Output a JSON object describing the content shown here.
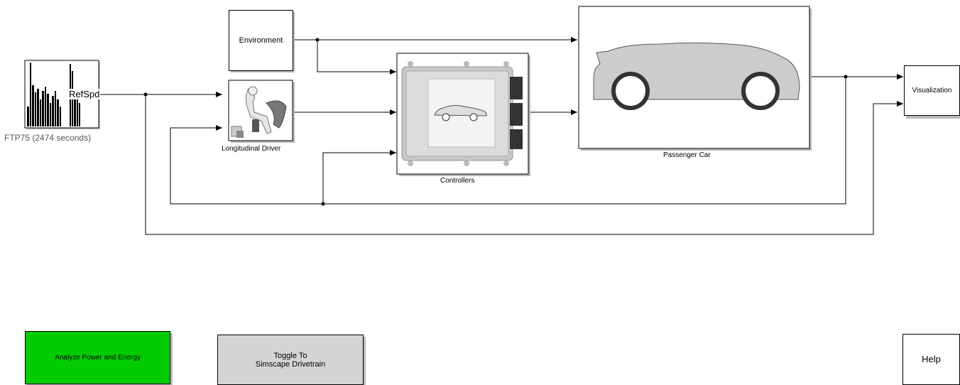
{
  "blocks": {
    "drive_cycle": {
      "port_label": "RefSpd",
      "caption": "FTP75 (2474  seconds)"
    },
    "environment": {
      "label": "Environment"
    },
    "driver": {
      "caption": "Longitudinal Driver"
    },
    "controllers": {
      "caption": "Controllers"
    },
    "passenger_car": {
      "caption": "Passenger Car"
    },
    "visualization": {
      "label": "Visualization"
    }
  },
  "buttons": {
    "analyze": {
      "label": "Analyze Power and Energy",
      "color": "#00cc00"
    },
    "toggle": {
      "label": "Toggle To\nSimscape Drivetrain",
      "color": "#d4d4d4"
    },
    "help": {
      "label": "Help"
    }
  },
  "colors": {
    "line": "#000000",
    "block_shadow": "#b9b9b9"
  }
}
